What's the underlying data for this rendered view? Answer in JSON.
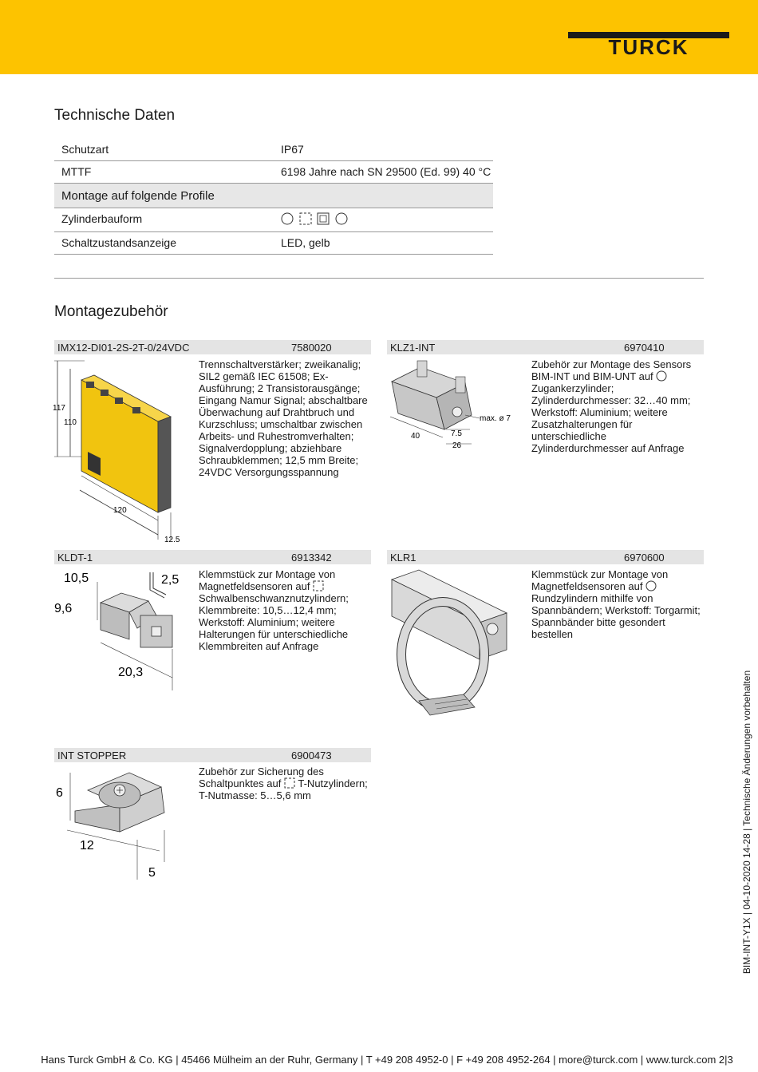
{
  "brand": {
    "logo_text": "TURCK",
    "color": "#fdc300"
  },
  "tech": {
    "title": "Technische Daten",
    "rows": [
      {
        "key": "Schutzart",
        "value": "IP67"
      },
      {
        "key": "MTTF",
        "value": "6198  Jahre nach SN 29500 (Ed. 99) 40 °C"
      }
    ],
    "section": "Montage auf folgende Profile",
    "rows2": [
      {
        "key": "Zylinderbauform",
        "value": ""
      },
      {
        "key": "Schaltzustandsanzeige",
        "value": "LED, gelb"
      }
    ]
  },
  "accessories": {
    "title": "Montagezubehör",
    "items": [
      {
        "name": "IMX12-DI01-2S-2T-0/24VDC",
        "number": "7580020",
        "desc": "Trennschaltverstärker; zweikanalig; SIL2 gemäß IEC 61508; Ex-Ausführung; 2 Transistorausgänge; Eingang Namur Signal; abschaltbare Überwachung auf Drahtbruch und Kurzschluss; umschaltbar zwischen Arbeits- und Ruhestromverhalten; Signalverdopplung; abziehbare Schraubklemmen; 12,5 mm Breite; 24VDC Versorgungsspannung",
        "dims": {
          "h1": "117",
          "h2": "110",
          "l": "120",
          "w": "12.5"
        }
      },
      {
        "name": "KLZ1-INT",
        "number": "6970410",
        "desc_a": "Zubehör zur Montage des Sensors BIM-INT und BIM-UNT auf",
        "desc_b": "Zugankerzylinder; Zylinderdurchmesser: 32…40 mm; Werkstoff: Aluminium; weitere Zusatzhalterungen für unterschiedliche Zylinderdurchmesser auf Anfrage",
        "dims": {
          "l": "40",
          "a": "7.5",
          "b": "26",
          "d": "max. ø 7"
        }
      },
      {
        "name": "KLDT-1",
        "number": "6913342",
        "desc_a": "Klemmstück zur Montage von Magnetfeldsensoren auf",
        "desc_b": "Schwalbenschwanznutzylindern; Klemmbreite: 10,5…12,4 mm; Werkstoff: Aluminium; weitere Halterungen für unterschiedliche Klemmbreiten auf Anfrage",
        "dims": {
          "a": "10,5",
          "b": "2,5",
          "c": "9,6",
          "d": "20,3"
        }
      },
      {
        "name": "KLR1",
        "number": "6970600",
        "desc_a": "Klemmstück zur Montage von Magnetfeldsensoren auf",
        "desc_b": "Rundzylindern mithilfe von Spannbändern; Werkstoff: Torgarmit; Spannbänder bitte gesondert bestellen"
      },
      {
        "name": "INT STOPPER",
        "number": "6900473",
        "desc_a": "Zubehör zur Sicherung des Schaltpunktes auf",
        "desc_b": "T-Nutzylindern; T-Nutmasse: 5…5,6 mm",
        "dims": {
          "a": "6",
          "b": "12",
          "c": "5"
        }
      }
    ]
  },
  "side_text": "BIM-INT-Y1X | 04-10-2020 14-28 | Technische Änderungen vorbehalten",
  "footer": "Hans Turck GmbH & Co. KG | 45466 Mülheim an der Ruhr, Germany | T +49 208 4952-0 | F +49 208 4952-264 | more@turck.com | www.turck.com 2|3"
}
